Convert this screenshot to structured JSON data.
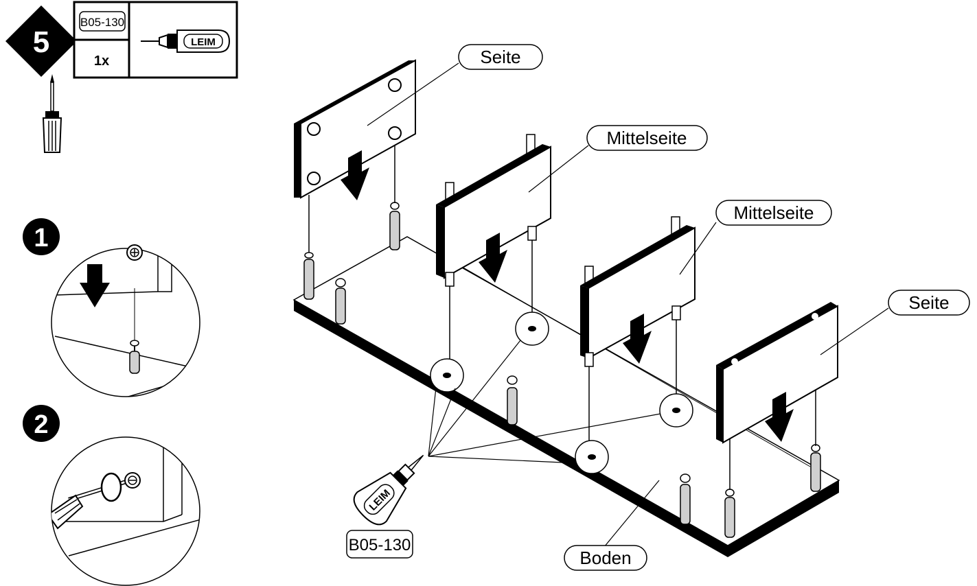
{
  "step": {
    "number": "5"
  },
  "parts_box": {
    "part_code": "B05-130",
    "quantity": "1x",
    "glue_label": "LEIM"
  },
  "details": [
    {
      "number": "1"
    },
    {
      "number": "2"
    }
  ],
  "labels": {
    "seite_left": "Seite",
    "mittelseite_1": "Mittelseite",
    "mittelseite_2": "Mittelseite",
    "seite_right": "Seite",
    "boden": "Boden"
  },
  "glue_bottle": {
    "label": "LEIM",
    "part_code": "B05-130"
  },
  "icons": [
    "screwdriver-icon",
    "glue-bottle-icon",
    "down-arrow-icon",
    "cam-lock-icon",
    "dowel-icon"
  ],
  "colors": {
    "ink": "#000000",
    "paper": "#ffffff",
    "dowel_fill": "#d0d0d0"
  }
}
